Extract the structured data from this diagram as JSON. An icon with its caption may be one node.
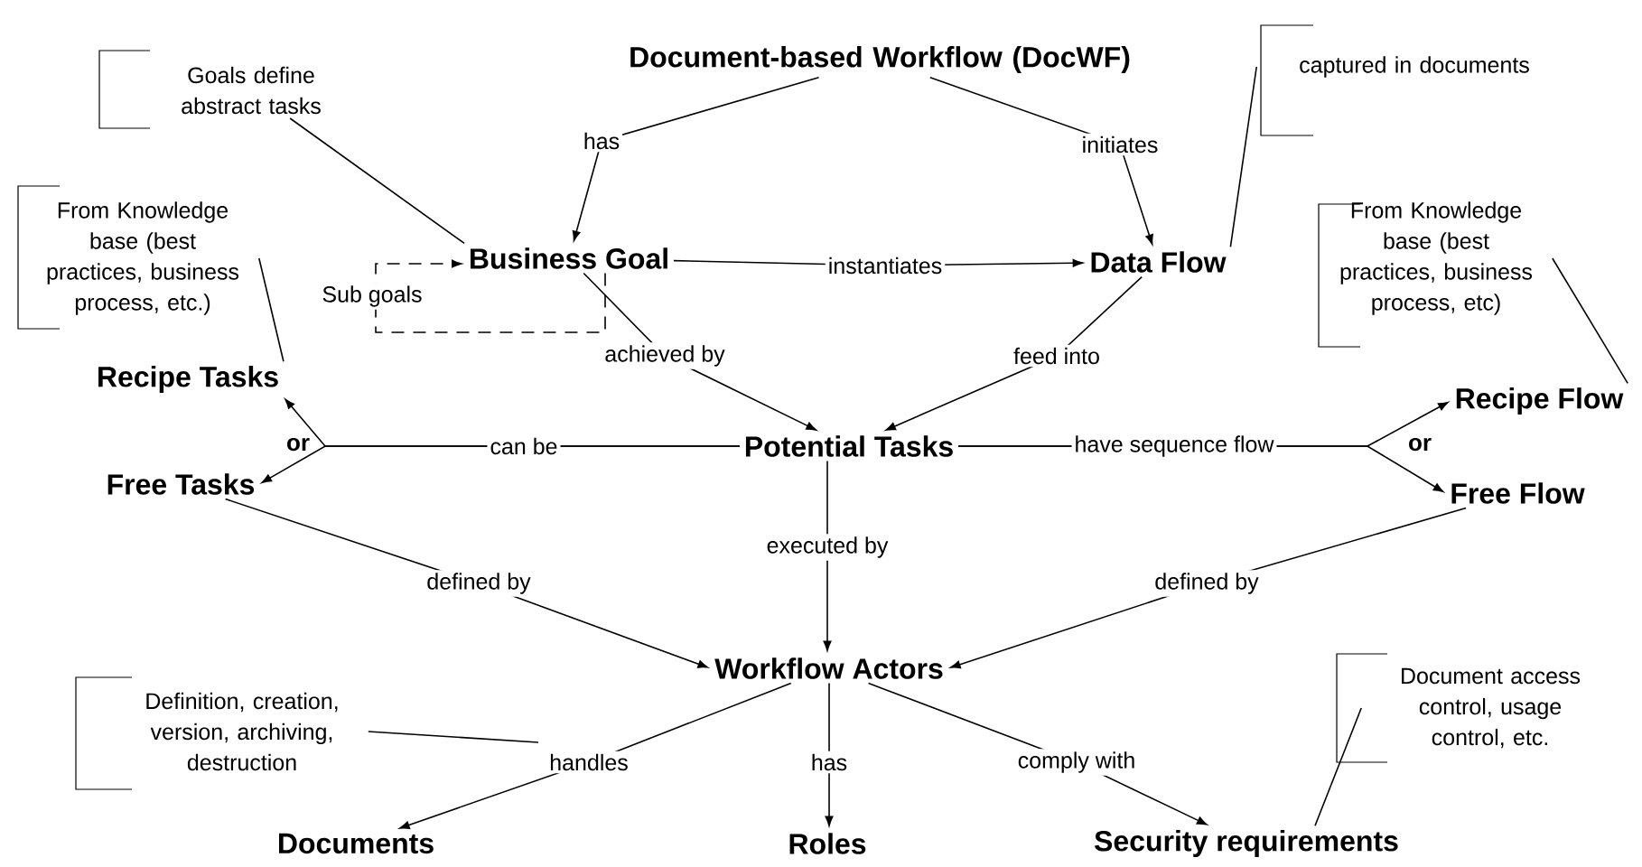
{
  "diagram": {
    "nodes": [
      {
        "text": [
          "Document-based Workflow (DocWF)"
        ]
      },
      {
        "text": [
          "Business Goal"
        ]
      },
      {
        "text": [
          "Data Flow"
        ]
      },
      {
        "text": [
          "Potential Tasks"
        ]
      },
      {
        "text": [
          "Recipe Tasks"
        ]
      },
      {
        "text": [
          "Free Tasks"
        ]
      },
      {
        "text": [
          "Recipe Flow"
        ]
      },
      {
        "text": [
          "Free Flow"
        ]
      },
      {
        "text": [
          "Workflow Actors"
        ]
      },
      {
        "text": [
          "Documents"
        ]
      },
      {
        "text": [
          "Roles"
        ]
      },
      {
        "text": [
          "Security requirements"
        ]
      },
      {
        "text": [
          "Goals define abstract tasks"
        ]
      },
      {
        "text": [
          "From Knowledge base (best practices, business process, etc.)"
        ]
      },
      {
        "text": [
          "captured in documents"
        ]
      },
      {
        "text": [
          "From Knowledge base (best practices, business process, etc)"
        ]
      },
      {
        "text": [
          "Definition, creation, version, archiving, destruction"
        ]
      },
      {
        "text": [
          "Document access control, usage control, etc."
        ]
      }
    ],
    "edges": [
      {
        "from": 0,
        "to": 1,
        "arrow": "to",
        "label": "has"
      },
      {
        "from": 0,
        "to": 2,
        "arrow": "to",
        "label": "initiates"
      },
      {
        "from": 1,
        "to": 1,
        "arrow": "to",
        "label": "Sub goals",
        "style": "dashed"
      },
      {
        "from": 1,
        "to": 2,
        "arrow": "to",
        "label": "instantiates"
      },
      {
        "from": 1,
        "to": 3,
        "arrow": "to",
        "label": "achieved by"
      },
      {
        "from": 2,
        "to": 3,
        "arrow": "to",
        "label": "feed into"
      },
      {
        "from": 3,
        "to": 4,
        "arrow": "to",
        "label": "can be"
      },
      {
        "from": 3,
        "to": 5,
        "arrow": "to"
      },
      {
        "from": 3,
        "to": 6,
        "arrow": "to",
        "label": "have sequence flow"
      },
      {
        "from": 3,
        "to": 7,
        "arrow": "to"
      },
      {
        "from": 3,
        "to": 8,
        "arrow": "to",
        "label": "executed by"
      },
      {
        "from": 5,
        "to": 8,
        "arrow": "to",
        "label": "defined by"
      },
      {
        "from": 7,
        "to": 8,
        "arrow": "to",
        "label": "defined by"
      },
      {
        "from": 8,
        "to": 9,
        "arrow": "to",
        "label": "handles"
      },
      {
        "from": 8,
        "to": 10,
        "arrow": "to",
        "label": "has"
      },
      {
        "from": 8,
        "to": 11,
        "arrow": "to",
        "label": "comply with"
      },
      {
        "from": 12,
        "to": 1,
        "arrow": "none"
      },
      {
        "from": 13,
        "to": 4,
        "arrow": "none"
      },
      {
        "from": 14,
        "to": 2,
        "arrow": "none"
      },
      {
        "from": 15,
        "to": 6,
        "arrow": "none"
      },
      {
        "from": 16,
        "to": null,
        "arrow": "none"
      },
      {
        "from": 17,
        "to": 11,
        "arrow": "none"
      }
    ],
    "labels": [
      "or",
      "or"
    ]
  }
}
